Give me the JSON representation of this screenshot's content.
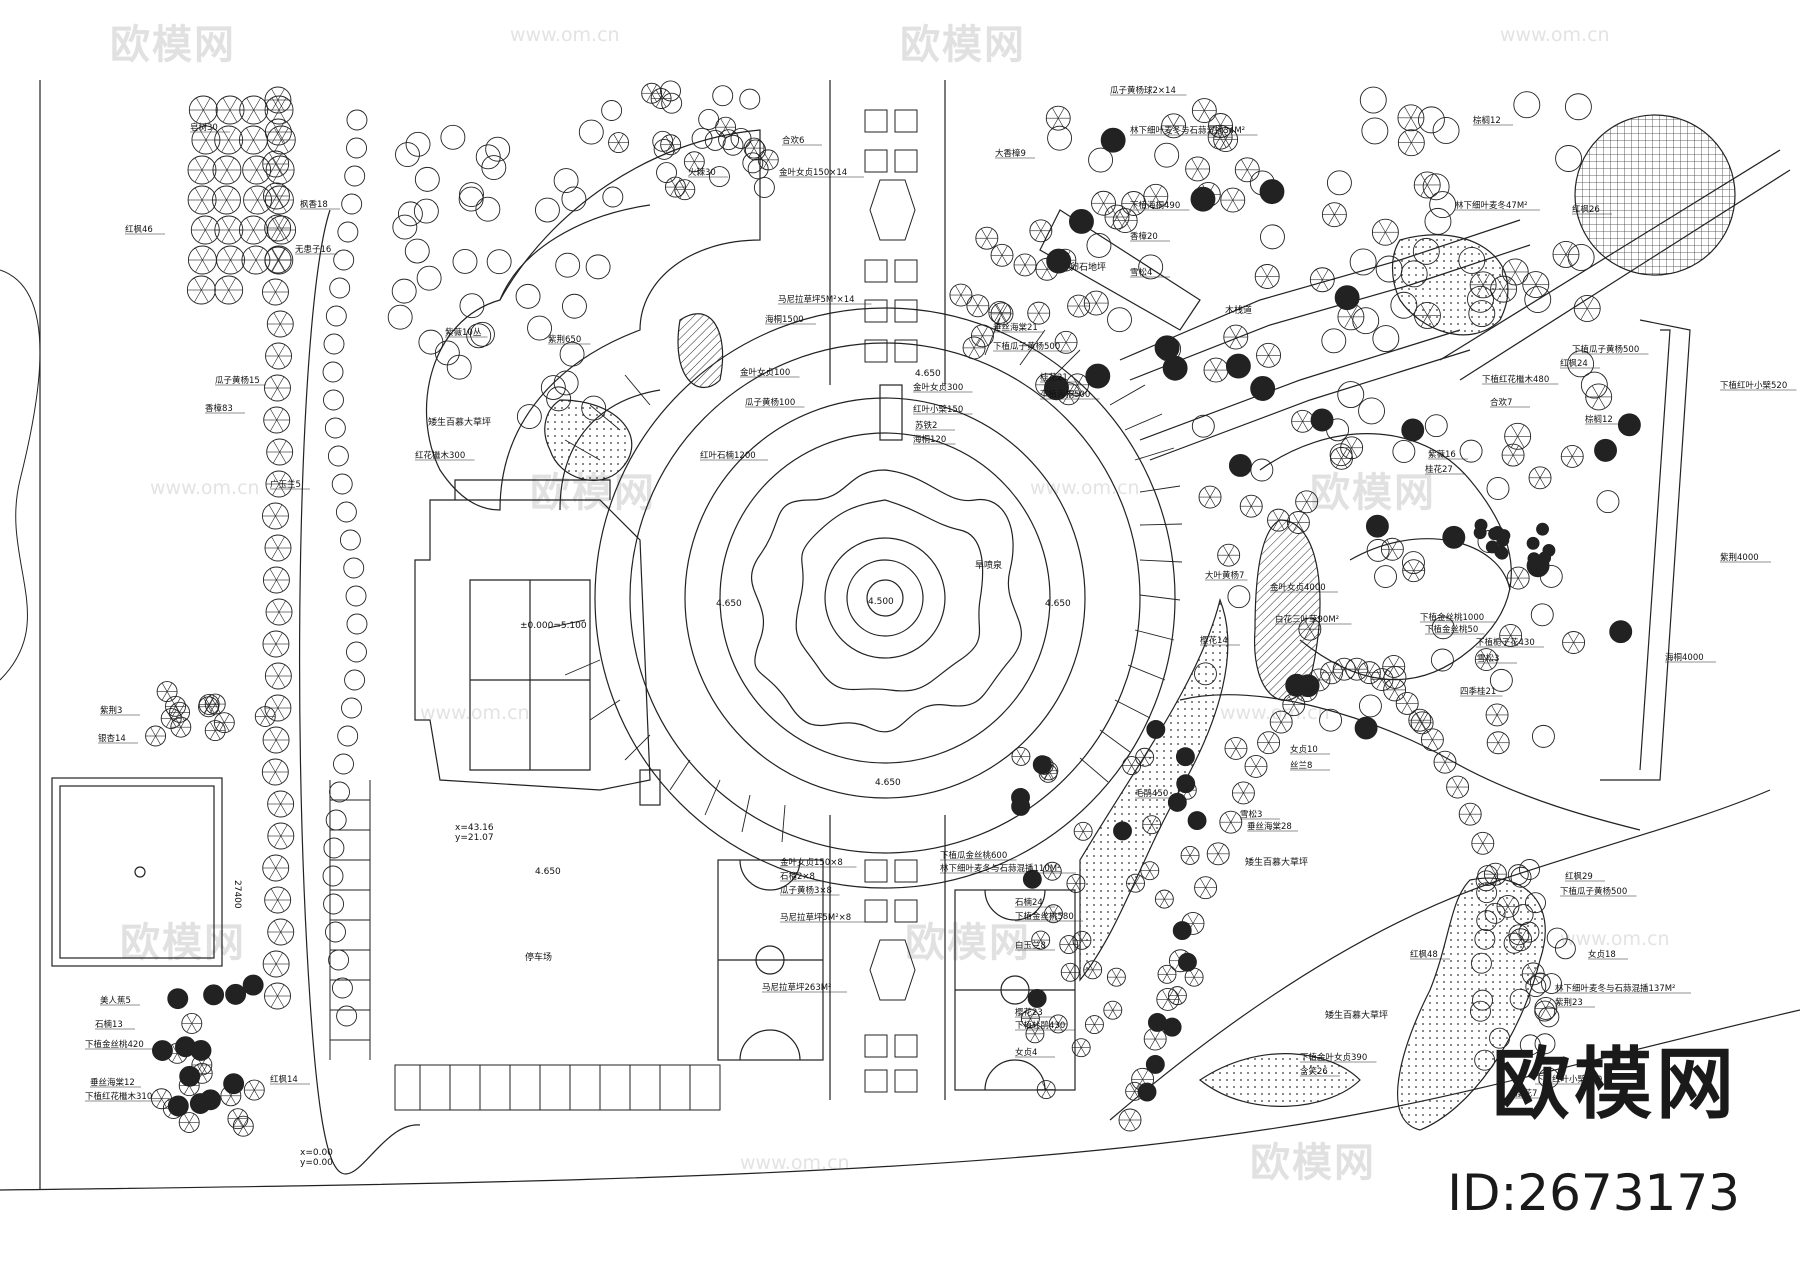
{
  "watermark": {
    "text": "欧模网",
    "url": "www.om.cn"
  },
  "brand": {
    "logo_text": "欧模网",
    "id_text": "ID:2673173"
  },
  "elevations": {
    "plaza_center": "4.500",
    "plaza_west": "4.650",
    "plaza_east": "4.650",
    "plaza_south": "4.650",
    "plaza_north": "4.650",
    "parking_level": "4.650",
    "building_floor": "±0.000=5.100",
    "coord_a": "x=43.16",
    "coord_b": "y=21.07",
    "origin_x": "x=0.00",
    "origin_y": "y=0.00",
    "field_dim": "27400"
  },
  "areas": {
    "parking": "停车场",
    "hard_paving": "卵石地坪",
    "wood_deck": "木栈道",
    "fountain": "旱喷泉",
    "lawn_west": "矮生百慕大草坪",
    "lawn_east": "矮生百慕大草坪",
    "lawn_south": "矮生百慕大草坪"
  },
  "plant_labels": [
    "皂树30",
    "红枫46",
    "枫香18",
    "无患子16",
    "瓜子黄杨15",
    "香樟83",
    "广玉兰5",
    "紫荆3",
    "银杏14",
    "红花檵木300",
    "美人蕉5",
    "石楠13",
    "下植金丝桃420",
    "垂丝海棠12",
    "下植红花檵木310",
    "红枫14",
    "紫薇10丛",
    "紫荆650",
    "金叶女贞100",
    "金叶女贞150×14",
    "马尼拉草坪5M²×14",
    "海桐1500",
    "红叶石楠1200",
    "瓜子黄杨100",
    "火棘30",
    "合欢6",
    "金叶女贞150×8",
    "石榴2×8",
    "瓜子黄杨3×8",
    "马尼拉草坪5M²×8",
    "马尼拉草坪263M²",
    "瓜子黄杨球2×14",
    "大香樟9",
    "金叶女贞300",
    "红叶小檗150",
    "苏铁2",
    "海桐120",
    "垂丝海棠21",
    "下植瓜子黄杨500",
    "桂花21",
    "下植海桐500",
    "林下细叶麦冬与石蒜混播34M²",
    "下植海桐490",
    "香樟20",
    "雪松4",
    "棕榈12",
    "林下细叶麦冬47M²",
    "红枫26",
    "下植瓜子黄杨500",
    "红枫24",
    "下植红花檵木480",
    "合欢7",
    "棕榈12",
    "紫薇16",
    "桂花27",
    "下植红叶小檗520",
    "紫荆4000",
    "海桐4000",
    "金叶女贞4000",
    "白花三叶草90M²",
    "大叶黄杨7",
    "樱花14",
    "女贞10",
    "丝兰8",
    "毛鹃450",
    "雪松3",
    "垂丝海棠28",
    "下植瓜金丝桃600",
    "林下细叶麦冬与石蒜混播110M²",
    "石楠24",
    "下植金丝桃580",
    "白玉兰8",
    "樱花23",
    "下植杜鹃430",
    "女贞4",
    "红枫48",
    "红枫29",
    "下植瓜子黄杨500",
    "女贞18",
    "林下细叶麦冬与石蒜混播137M²",
    "紫荆23",
    "下植金叶女贞390",
    "含笑26",
    "下植红叶小檗420",
    "樱花7",
    "四季桂21",
    "下植栀子花430",
    "雪松3",
    "下植金丝桃1000",
    "下植金丝桃50"
  ]
}
